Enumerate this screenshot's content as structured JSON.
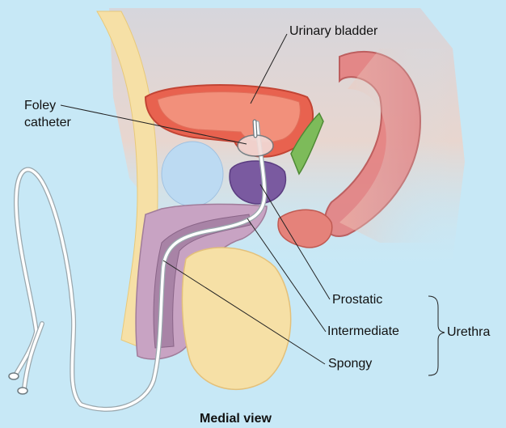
{
  "labels": {
    "bladder": "Urinary bladder",
    "foley_line1": "Foley",
    "foley_line2": "catheter",
    "prostatic": "Prostatic",
    "intermediate": "Intermediate",
    "spongy": "Spongy",
    "urethra": "Urethra"
  },
  "caption": "Medial view"
}
